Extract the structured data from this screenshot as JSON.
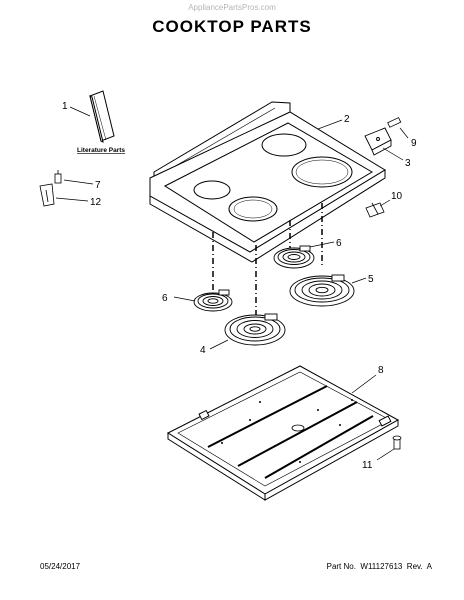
{
  "watermark": "AppliancePartsPros.com",
  "title": "COOKTOP PARTS",
  "literature_label": "Literature Parts",
  "callouts": [
    "1",
    "2",
    "3",
    "4",
    "5",
    "6",
    "6",
    "7",
    "8",
    "9",
    "10",
    "11",
    "12"
  ],
  "footer": {
    "date": "05/24/2017",
    "part": "Part No.  W11127613  Rev.  A"
  }
}
